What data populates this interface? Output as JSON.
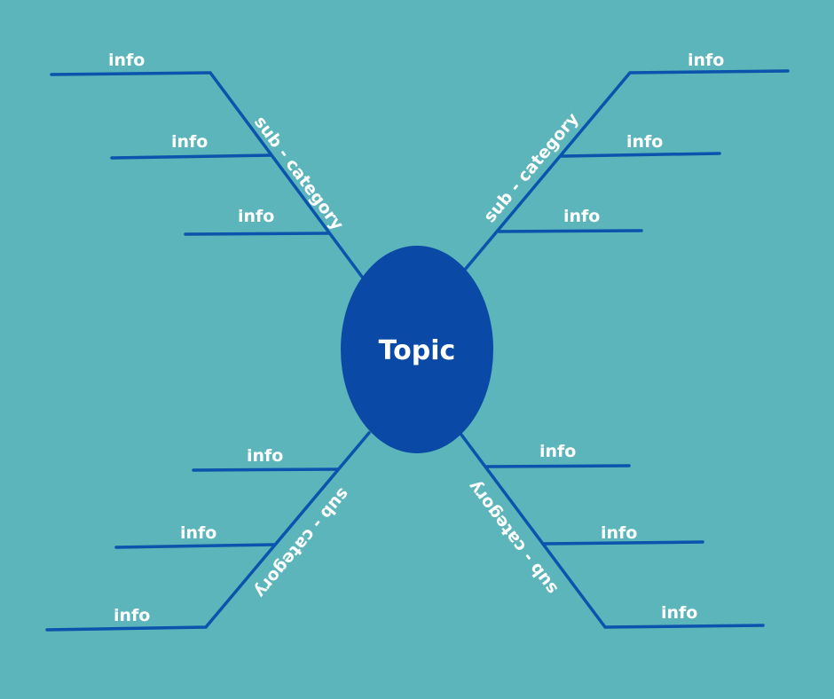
{
  "diagram": {
    "type": "mind-map",
    "background_color": "#5bb5ba",
    "line_color": "#0b53ac",
    "node_color": "#0a4aa6",
    "text_color": "#ffffff",
    "topic": "Topic",
    "branches": {
      "top_left": {
        "label": "sub - category",
        "info": [
          "info",
          "info",
          "info"
        ]
      },
      "top_right": {
        "label": "sub - category",
        "info": [
          "info",
          "info",
          "info"
        ]
      },
      "bottom_left": {
        "label": "sub - category",
        "info": [
          "info",
          "info",
          "info"
        ]
      },
      "bottom_right": {
        "label": "sub - category",
        "info": [
          "info",
          "info",
          "info"
        ]
      }
    }
  }
}
